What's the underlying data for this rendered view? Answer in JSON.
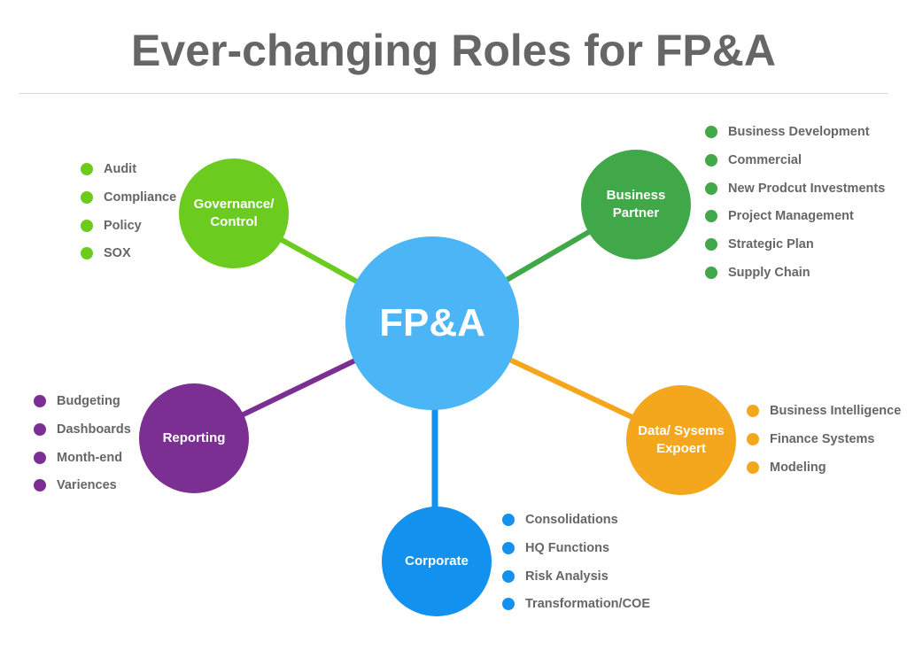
{
  "title": "Ever-changing Roles for FP&A",
  "center": {
    "label": "FP&A",
    "color": "#4bb5f5"
  },
  "branches": {
    "governance": {
      "label": "Governance/\nControl",
      "color": "#6ccb1f",
      "items": [
        "Audit",
        "Compliance",
        "Policy",
        "SOX"
      ]
    },
    "business_partner": {
      "label": "Business\nPartner",
      "color": "#41a84a",
      "items": [
        "Business Development",
        "Commercial",
        "New Prodcut Investments",
        "Project Management",
        "Strategic Plan",
        "Supply Chain"
      ]
    },
    "reporting": {
      "label": "Reporting",
      "color": "#7b2f92",
      "items": [
        "Budgeting",
        "Dashboards",
        "Month-end",
        "Variences"
      ]
    },
    "data_systems": {
      "label": "Data/ Sysems\nExpoert",
      "color": "#f4a71d",
      "items": [
        "Business Intelligence",
        "Finance Systems",
        "Modeling"
      ]
    },
    "corporate": {
      "label": "Corporate",
      "color": "#1391ee",
      "items": [
        "Consolidations",
        "HQ Functions",
        "Risk Analysis",
        "Transformation/COE"
      ]
    }
  }
}
